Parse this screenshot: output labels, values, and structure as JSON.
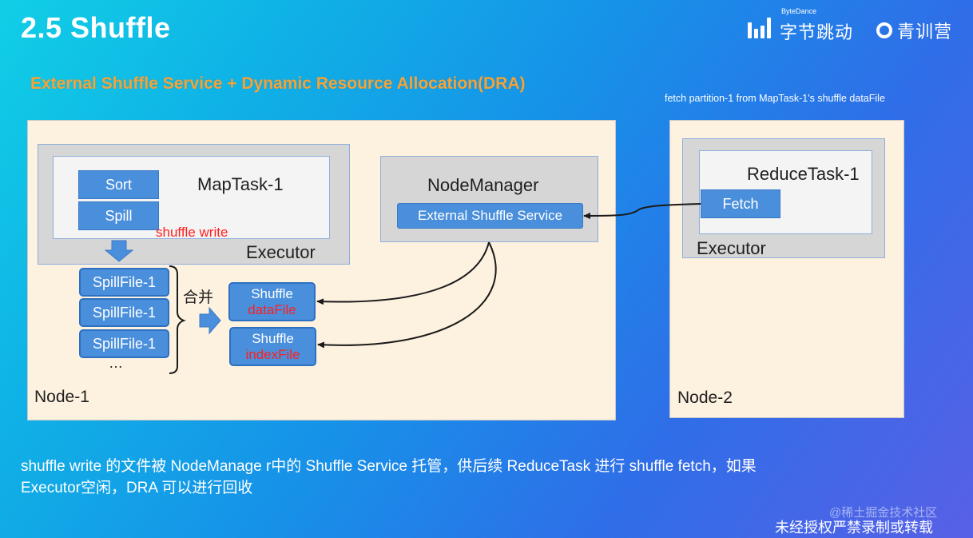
{
  "slide": {
    "title": "2.5  Shuffle",
    "subtitle": "External Shuffle Service + Dynamic Resource Allocation(DRA)",
    "fetch_note": "fetch partition-1 from MapTask-1's shuffle dataFile",
    "logos": {
      "bytedance_small": "ByteDance",
      "bytedance_big": "字节跳动",
      "qingxunying": "青训营"
    }
  },
  "node1": {
    "label": "Node-1",
    "executor_label": "Executor",
    "maptask_label": "MapTask-1",
    "sort_label": "Sort",
    "spill_label": "Spill",
    "shuffle_write_label": "shuffle write",
    "spill_files": [
      "SpillFile-1",
      "SpillFile-1",
      "SpillFile-1"
    ],
    "ellipsis": "…",
    "merge_label": "合并",
    "datafile": {
      "line1": "Shuffle",
      "line2": "dataFile"
    },
    "indexfile": {
      "line1": "Shuffle",
      "line2": "indexFile"
    },
    "nodemanager_label": "NodeManager",
    "ess_label": "External Shuffle Service"
  },
  "node2": {
    "label": "Node-2",
    "executor_label": "Executor",
    "reducetask_label": "ReduceTask-1",
    "fetch_label": "Fetch"
  },
  "bottom": {
    "line1": "shuffle write 的文件被 NodeManage r中的 Shuffle Service 托管，供后续 ReduceTask 进行 shuffle fetch，如果",
    "line2": "Executor空闲，DRA 可以进行回收"
  },
  "watermark": {
    "site": "@稀土掘金技术社区",
    "notice": "未经授权严禁录制或转载"
  },
  "colors": {
    "accent_orange": "#f2a43a",
    "box_blue": "#4a8fdc",
    "node_bg": "#fdf1df",
    "highlight_red": "#ff1f1f"
  }
}
